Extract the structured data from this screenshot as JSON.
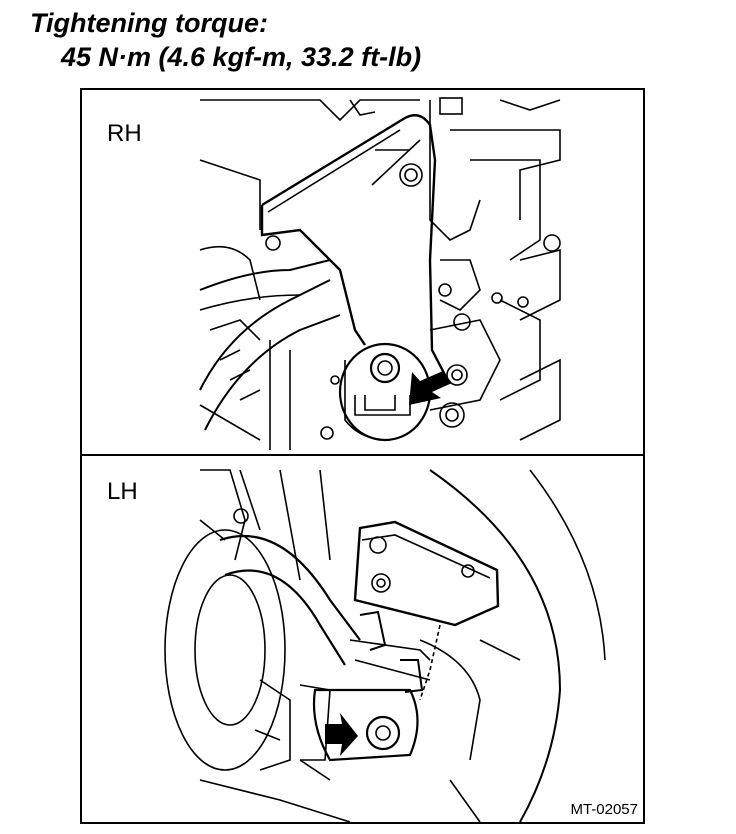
{
  "header": {
    "title": "Tightening torque:",
    "torque_spec": "45 N·m (4.6 kgf-m, 33.2 ft-lb)"
  },
  "panels": {
    "rh": {
      "label": "RH"
    },
    "lh": {
      "label": "LH"
    }
  },
  "figure_id": "MT-02057",
  "colors": {
    "line": "#000000",
    "background": "#ffffff"
  }
}
